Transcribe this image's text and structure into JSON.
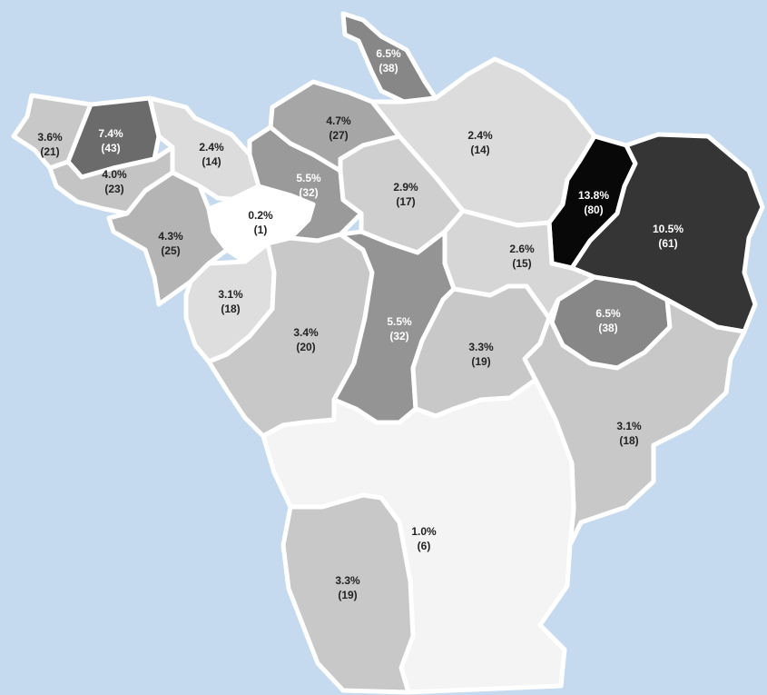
{
  "map": {
    "regions": [
      {
        "id": "r01",
        "percent": "3.6%",
        "count": "(21)",
        "fill": "#c8c8c8"
      },
      {
        "id": "r02",
        "percent": "7.4%",
        "count": "(43)",
        "fill": "#6b6b6b"
      },
      {
        "id": "r03",
        "percent": "4.0%",
        "count": "(23)",
        "fill": "#c4c4c4"
      },
      {
        "id": "r04",
        "percent": "2.4%",
        "count": "(14)",
        "fill": "#dcdcdc"
      },
      {
        "id": "r05",
        "percent": "4.3%",
        "count": "(25)",
        "fill": "#b4b4b4"
      },
      {
        "id": "r06",
        "percent": "0.2%",
        "count": "(1)",
        "fill": "#ffffff"
      },
      {
        "id": "r07",
        "percent": "5.5%",
        "count": "(32)",
        "fill": "#9a9a9a"
      },
      {
        "id": "r08",
        "percent": "4.7%",
        "count": "(27)",
        "fill": "#a6a6a6"
      },
      {
        "id": "r09",
        "percent": "6.5%",
        "count": "(38)",
        "fill": "#878787"
      },
      {
        "id": "r10",
        "percent": "2.4%",
        "count": "(14)",
        "fill": "#dcdcdc"
      },
      {
        "id": "r11",
        "percent": "2.9%",
        "count": "(17)",
        "fill": "#cfcfcf"
      },
      {
        "id": "r12",
        "percent": "13.8%",
        "count": "(80)",
        "fill": "#080808"
      },
      {
        "id": "r13",
        "percent": "10.5%",
        "count": "(61)",
        "fill": "#353535"
      },
      {
        "id": "r14",
        "percent": "2.6%",
        "count": "(15)",
        "fill": "#d6d6d6"
      },
      {
        "id": "r15",
        "percent": "3.1%",
        "count": "(18)",
        "fill": "#dedede"
      },
      {
        "id": "r16",
        "percent": "3.4%",
        "count": "(20)",
        "fill": "#c8c8c8"
      },
      {
        "id": "r17",
        "percent": "5.5%",
        "count": "(32)",
        "fill": "#949494"
      },
      {
        "id": "r18",
        "percent": "3.3%",
        "count": "(19)",
        "fill": "#c8c8c8"
      },
      {
        "id": "r19",
        "percent": "6.5%",
        "count": "(38)",
        "fill": "#878787"
      },
      {
        "id": "r20",
        "percent": "3.1%",
        "count": "(18)",
        "fill": "#c8c8c8"
      },
      {
        "id": "r21",
        "percent": "1.0%",
        "count": "(6)",
        "fill": "#f4f4f4"
      },
      {
        "id": "r22",
        "percent": "3.3%",
        "count": "(19)",
        "fill": "#c8c8c8"
      }
    ]
  }
}
